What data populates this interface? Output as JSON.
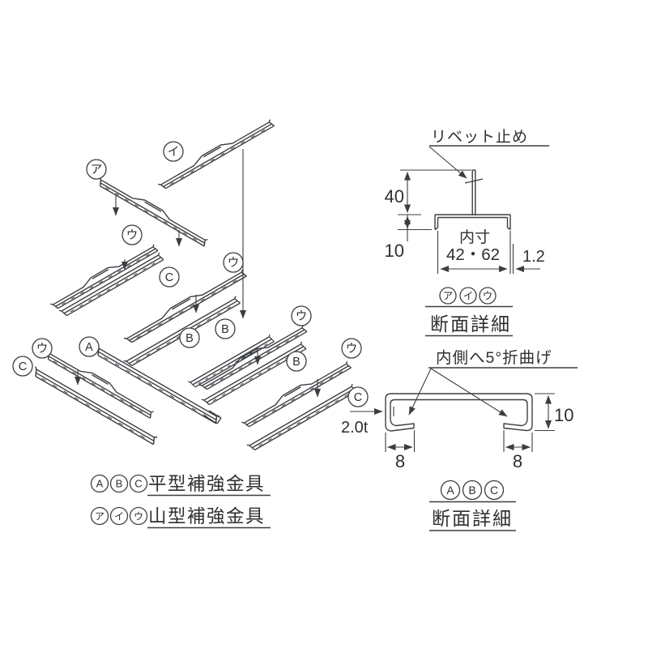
{
  "colors": {
    "line": "#3b3e42",
    "text": "#2d2f31",
    "background": "#ffffff"
  },
  "exploded": {
    "callouts": [
      {
        "label": "イ"
      },
      {
        "label": "ア"
      },
      {
        "label": "ウ"
      },
      {
        "label": "C"
      },
      {
        "label": "ウ"
      },
      {
        "label": "B"
      },
      {
        "label": "B"
      },
      {
        "label": "ウ"
      },
      {
        "label": "ウ"
      },
      {
        "label": "A"
      },
      {
        "label": "C"
      },
      {
        "label": "B"
      },
      {
        "label": "ウ"
      },
      {
        "label": "C"
      }
    ]
  },
  "section_top": {
    "leader_label": "リベット止め",
    "dim_height": "40",
    "dim_flange": "10",
    "inner_label": "内寸",
    "inner_value": "42・62",
    "thickness": "1.2",
    "badges": [
      "ア",
      "イ",
      "ウ"
    ],
    "title": "断面詳細"
  },
  "section_bottom": {
    "leader_label": "内側へ5°折曲げ",
    "thickness": "2.0t",
    "dim_height": "10",
    "dim_lip_left": "8",
    "dim_lip_right": "8",
    "badges": [
      "A",
      "B",
      "C"
    ],
    "title": "断面詳細"
  },
  "legend": {
    "flat": {
      "badges": [
        "A",
        "B",
        "C"
      ],
      "label": "平型補強金具"
    },
    "mountain": {
      "badges": [
        "ア",
        "イ",
        "ウ"
      ],
      "label": "山型補強金具"
    }
  }
}
